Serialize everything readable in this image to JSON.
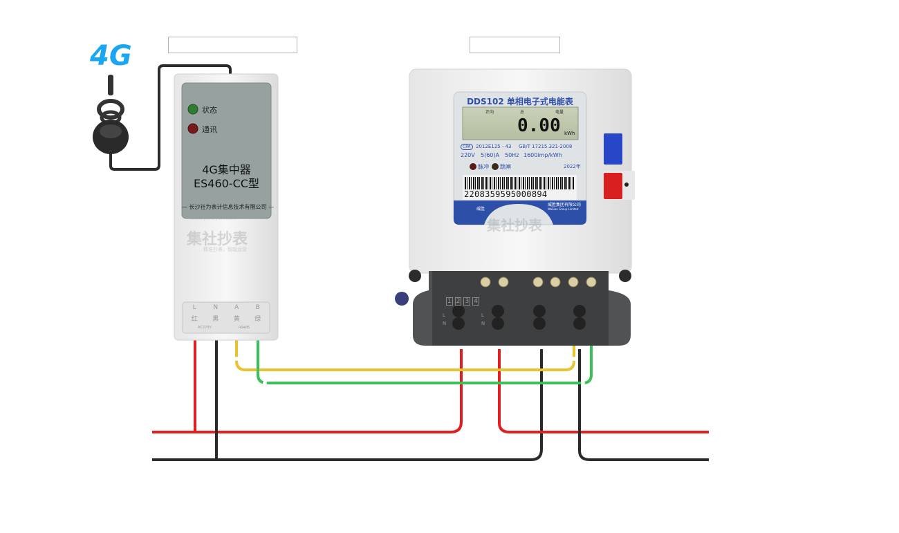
{
  "network_badge": "4G",
  "label_boxes": {
    "concentrator": "",
    "meter": ""
  },
  "concentrator": {
    "indicators": [
      {
        "label": "状态",
        "color": "#2e7d32"
      },
      {
        "label": "通讯",
        "color": "#7a1a1a"
      }
    ],
    "title": "4G集中器",
    "model": "ES460-CC型",
    "maker": "— 长沙社为表计信息技术有限公司 —",
    "terminals": [
      {
        "name": "L",
        "color_label": "红"
      },
      {
        "name": "N",
        "color_label": "黑"
      },
      {
        "name": "A",
        "color_label": "黄"
      },
      {
        "name": "B",
        "color_label": "绿"
      }
    ],
    "power_label": "AC220V",
    "bus_label": "RS485"
  },
  "watermark": {
    "main": "集社抄表",
    "url": "www.jisheyun.com",
    "slogan": "精准抄表，智能运营"
  },
  "meter": {
    "title": "DDS102 单相电子式电能表",
    "lcd_labels": [
      "正向",
      "总",
      "电量"
    ],
    "reading": "0.00",
    "unit": "kWh",
    "cert": "2012E125 - 43",
    "cert_mark": "CPA",
    "standard": "GB/T 17215.321-2008",
    "specs": [
      "220V",
      "5(60)A",
      "50Hz",
      "1600imp/kWh"
    ],
    "leds": [
      "脉冲",
      "跳闸"
    ],
    "year": "2022年",
    "barcode": "2208359595000894",
    "brand": "威胜",
    "company": "威胜集团有限公司",
    "company_en": "WaSion Group Limited",
    "terminal_numbers": [
      "1",
      "2",
      "3",
      "4"
    ],
    "terminal_letters": [
      "L",
      "N",
      "L",
      "N"
    ]
  },
  "wire_colors": {
    "live": "#e02020",
    "neutral": "#2a2a2a",
    "a": "#e8c230",
    "b": "#3cc05a"
  }
}
